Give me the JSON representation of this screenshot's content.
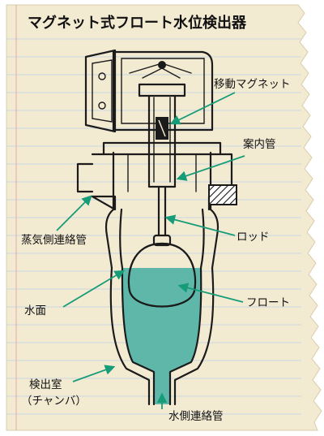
{
  "title": "マグネット式フロート水位検出器",
  "labels": {
    "moving_magnet": "移動マグネット",
    "guide_tube": "案内管",
    "steam_side_pipe": "蒸気側連絡管",
    "rod": "ロッド",
    "water_surface": "水面",
    "float": "フロート",
    "chamber_line1": "検出室",
    "chamber_line2": "（チャンバ）",
    "water_side_pipe": "水側連絡管"
  },
  "colors": {
    "paper": "#f3ead2",
    "rule_line": "#c9d6e3",
    "margin_line": "#e7a9a9",
    "water": "#5fb7a9",
    "arrow": "#179c78",
    "ink": "#1b1b1b"
  }
}
